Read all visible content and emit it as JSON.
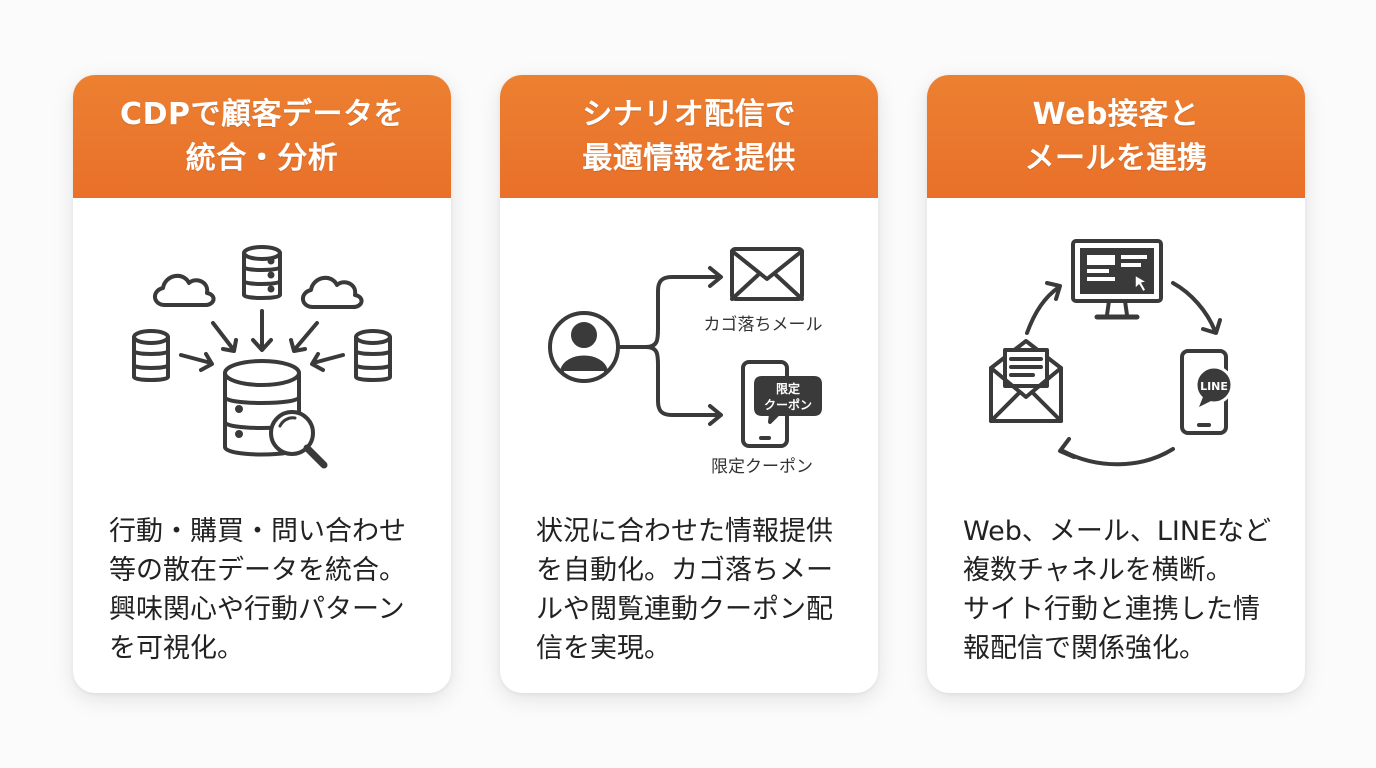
{
  "colors": {
    "accent": "#e9702a",
    "icon": "#3a3a3a",
    "text": "#222222",
    "card_bg": "#ffffff"
  },
  "cards": [
    {
      "title_lines": [
        "CDPで顧客データを",
        "統合・分析"
      ],
      "illustration": {
        "icons": [
          "cloud-icon",
          "database-icon",
          "cloud-icon",
          "database-icon",
          "database-icon",
          "database-search-icon"
        ]
      },
      "description_lines": [
        "行動・購買・問い合わせ",
        "等の散在データを統合。",
        "興味関心や行動パターン",
        "を可視化。"
      ]
    },
    {
      "title_lines": [
        "シナリオ配信で",
        "最適情報を提供"
      ],
      "illustration": {
        "icons": [
          "user-icon",
          "envelope-icon",
          "smartphone-icon"
        ],
        "labels": {
          "email": "カゴ落ちメール",
          "coupon_bubble_line1": "限定",
          "coupon_bubble_line2": "クーポン",
          "coupon": "限定クーポン"
        }
      },
      "description_lines": [
        "状況に合わせた情報提供",
        "を自動化。カゴ落ちメー",
        "ルや閲覧連動クーポン配",
        "信を実現。"
      ]
    },
    {
      "title_lines": [
        "Web接客と",
        "メールを連携"
      ],
      "illustration": {
        "icons": [
          "monitor-icon",
          "smartphone-icon",
          "envelope-open-icon",
          "cycle-arrows-icon"
        ],
        "labels": {
          "line": "LINE"
        }
      },
      "description_lines": [
        "Web、メール、LINEなど",
        "複数チャネルを横断。",
        "サイト行動と連携した情",
        "報配信で関係強化。"
      ]
    }
  ]
}
